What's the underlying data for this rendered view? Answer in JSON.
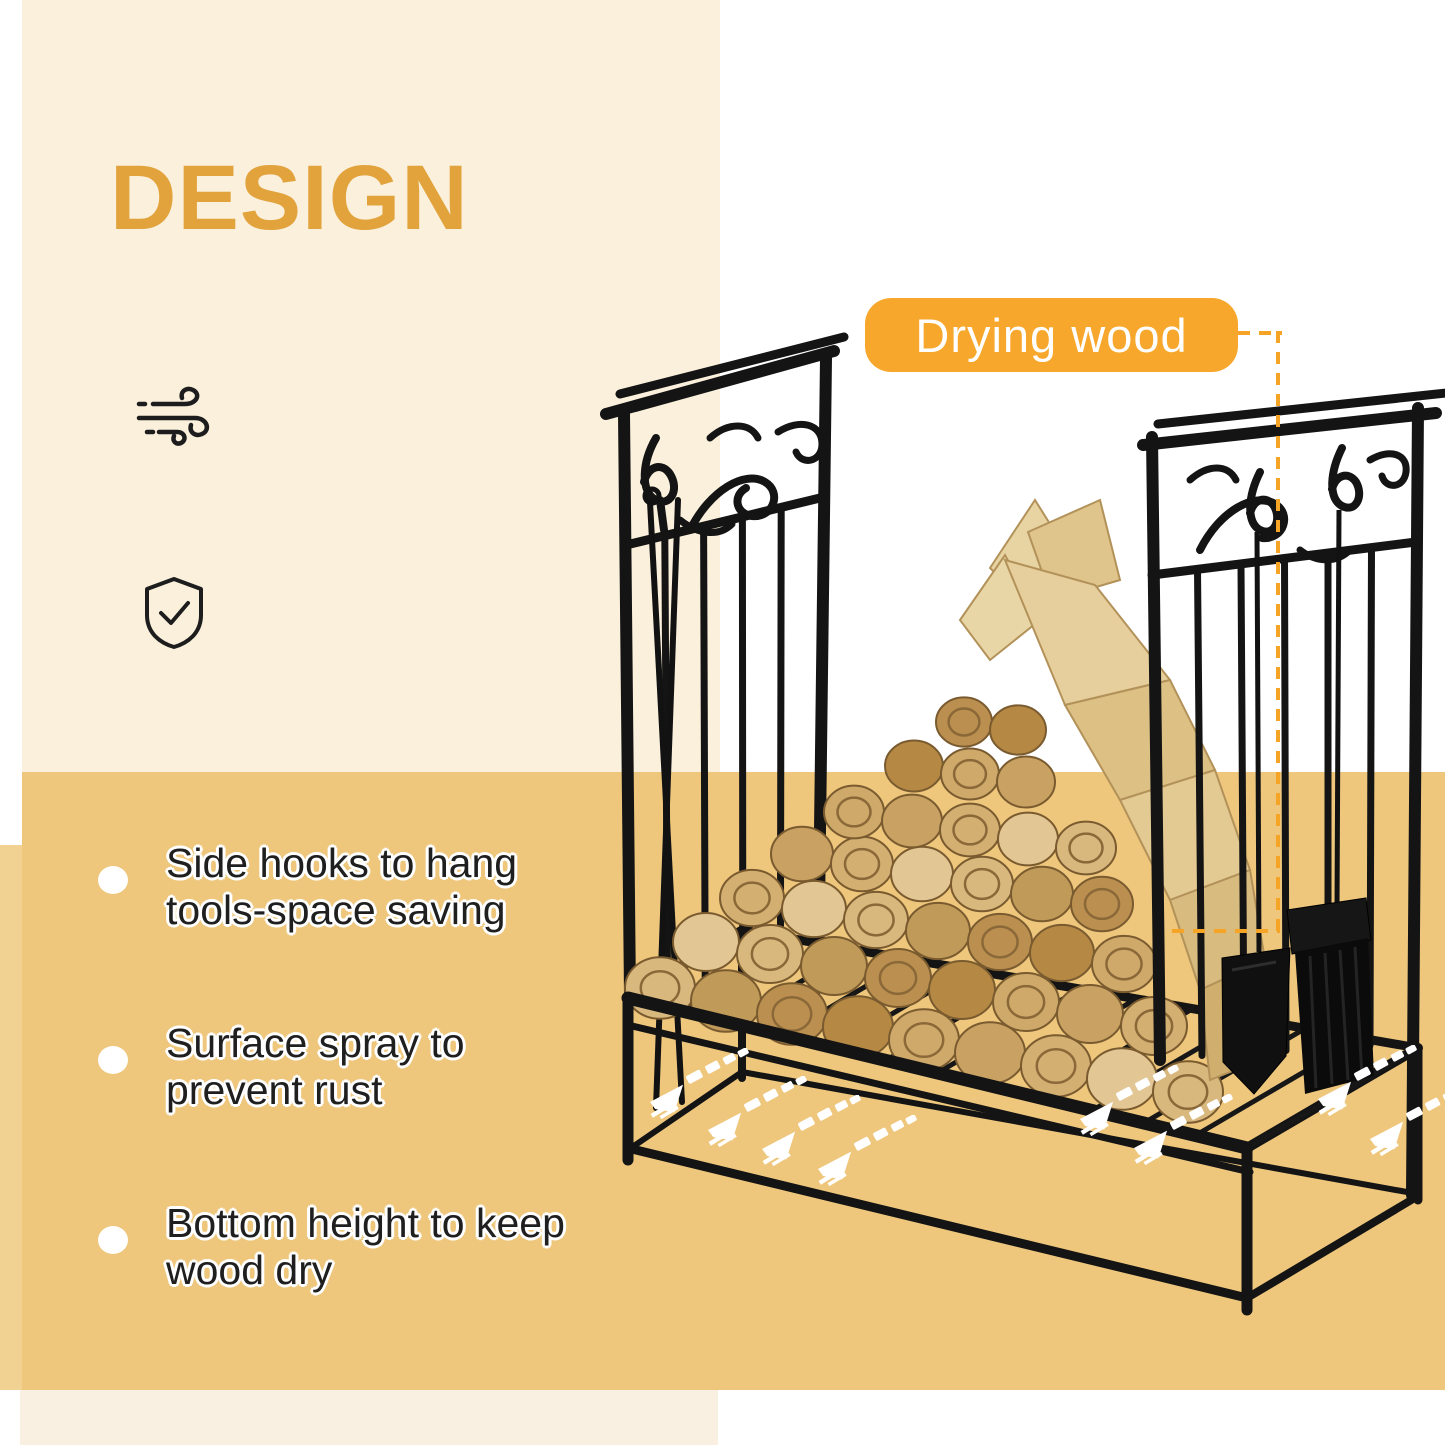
{
  "title": {
    "text": "DESIGN",
    "color": "#e2a33c"
  },
  "callout": {
    "label": "Drying wood",
    "bg_color": "#f7a72b",
    "text_color": "#ffffff",
    "connector_color": "#f6a426"
  },
  "features": [
    {
      "line1": "Side hooks to hang",
      "line2": "tools-space saving"
    },
    {
      "line1": "Surface spray to",
      "line2": "prevent rust"
    },
    {
      "line1": "Bottom height to keep",
      "line2": "wood dry"
    }
  ],
  "icons": {
    "wind": "wind-icon",
    "shield": "shield-check-icon"
  },
  "illustration": {
    "name": "firewood-rack-with-fireplace-tools",
    "alt": "Black scrollwork firewood rack stacked with split logs, shovel and brush hanging on side hooks"
  },
  "background": {
    "white": "#ffffff",
    "cream": "#faf0dc",
    "tan": "#eec77d",
    "tan_light": "#f2d293",
    "bottom_cream": "#faf0e2"
  }
}
